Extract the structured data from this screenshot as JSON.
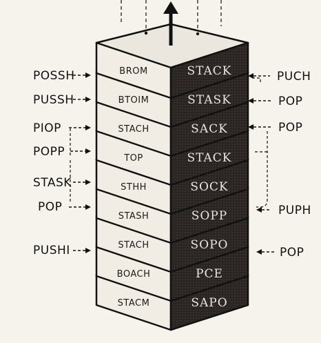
{
  "blocks": [
    {
      "front": "BROM",
      "side": "STACK"
    },
    {
      "front": "BTOIM",
      "side": "STASK"
    },
    {
      "front": "STACH",
      "side": "SACK"
    },
    {
      "front": "TOP",
      "side": "STACK"
    },
    {
      "front": "STHH",
      "side": "SOCK"
    },
    {
      "front": "STASH",
      "side": "SOPP"
    },
    {
      "front": "STACH",
      "side": "SOPO"
    },
    {
      "front": "BOACH",
      "side": "PCE"
    },
    {
      "front": "STACM",
      "side": "SAPO"
    }
  ],
  "left_labels": [
    "POSSH",
    "PUSSH",
    "PIOP",
    "POPP",
    "STASK",
    "POP",
    "PUSHI"
  ],
  "right_labels": [
    "PUCH",
    "POP",
    "POP",
    "PUPH",
    "POP"
  ],
  "colors": {
    "background": "#f6f3ec",
    "block_front": "#f1ede4",
    "block_side": "#2a2522",
    "block_top": "#ebe7de",
    "ink": "#111111"
  }
}
